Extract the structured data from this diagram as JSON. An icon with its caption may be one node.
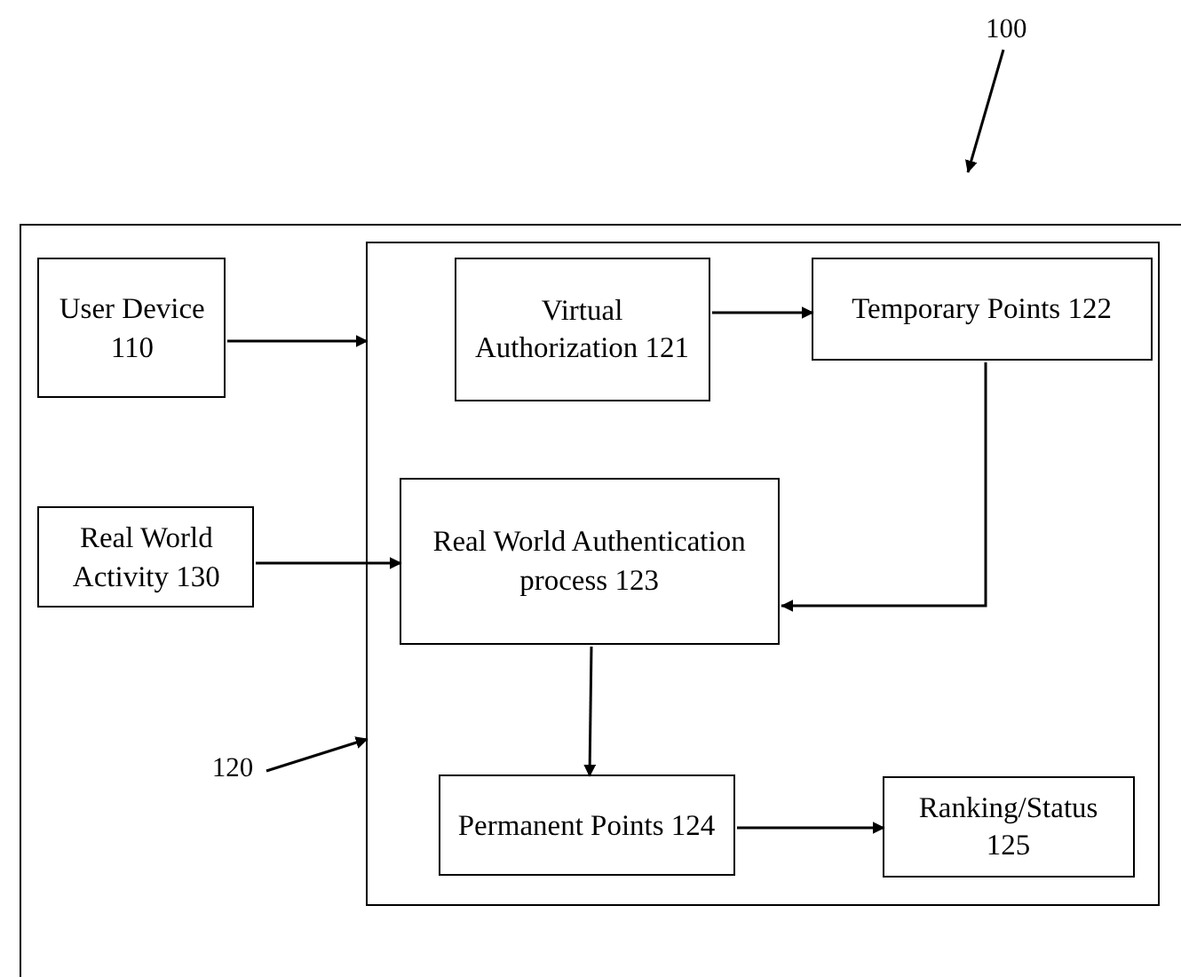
{
  "diagram": {
    "nodes": [
      {
        "text": [
          "100"
        ]
      },
      {
        "text": [],
        "shape": "box"
      },
      {
        "text": [
          "User Device 110"
        ],
        "in": 1
      },
      {
        "text": [],
        "shape": "box",
        "in": 1
      },
      {
        "text": [
          "Virtual Authorization 121"
        ],
        "in": 3
      },
      {
        "text": [
          "Temporary Points 122"
        ],
        "in": 3
      },
      {
        "text": [
          "Real World Authentication process 123"
        ],
        "in": 3
      },
      {
        "text": [
          "Permanent Points 124"
        ],
        "in": 3
      },
      {
        "text": [
          "Ranking/Status 125"
        ],
        "in": 3
      },
      {
        "text": [
          "Real World Activity 130"
        ],
        "in": 1
      },
      {
        "text": [
          "120"
        ],
        "in": 1
      }
    ],
    "edges": [
      {
        "from": 2,
        "to": 3,
        "arrow": "to"
      },
      {
        "from": 4,
        "to": 5,
        "arrow": "to"
      },
      {
        "from": 5,
        "to": 6,
        "arrow": "to"
      },
      {
        "from": 9,
        "to": 6,
        "arrow": "to"
      },
      {
        "from": 6,
        "to": 7,
        "arrow": "to"
      },
      {
        "from": 7,
        "to": 8,
        "arrow": "to"
      },
      {
        "from": 10,
        "to": 3,
        "arrow": "to"
      },
      {
        "from": 0,
        "to": null,
        "arrow": "to"
      }
    ]
  }
}
